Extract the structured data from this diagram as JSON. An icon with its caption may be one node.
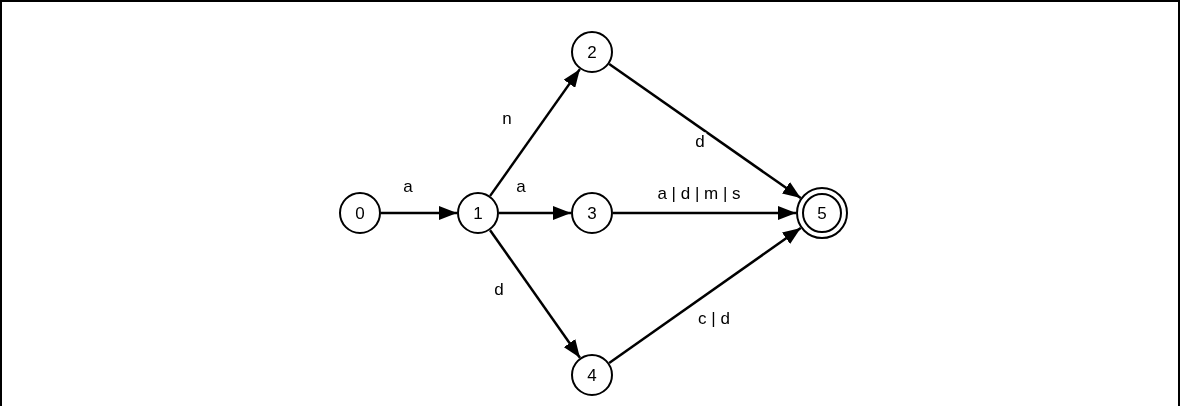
{
  "diagram": {
    "nodes": [
      {
        "text": [
          "0"
        ]
      },
      {
        "text": [
          "1"
        ]
      },
      {
        "text": [
          "2"
        ]
      },
      {
        "text": [
          "3"
        ]
      },
      {
        "text": [
          "4"
        ]
      },
      {
        "text": [
          "5"
        ]
      }
    ],
    "edges": [
      {
        "from": 0,
        "to": 1,
        "arrow": "to",
        "label": "a"
      },
      {
        "from": 1,
        "to": 2,
        "arrow": "to",
        "label": "n"
      },
      {
        "from": 1,
        "to": 3,
        "arrow": "to",
        "label": "a"
      },
      {
        "from": 1,
        "to": 4,
        "arrow": "to",
        "label": "d"
      },
      {
        "from": 2,
        "to": 5,
        "arrow": "to",
        "label": "d"
      },
      {
        "from": 3,
        "to": 5,
        "arrow": "to",
        "label": "a | d | m | s"
      },
      {
        "from": 4,
        "to": 5,
        "arrow": "to",
        "label": "c | d"
      }
    ]
  }
}
